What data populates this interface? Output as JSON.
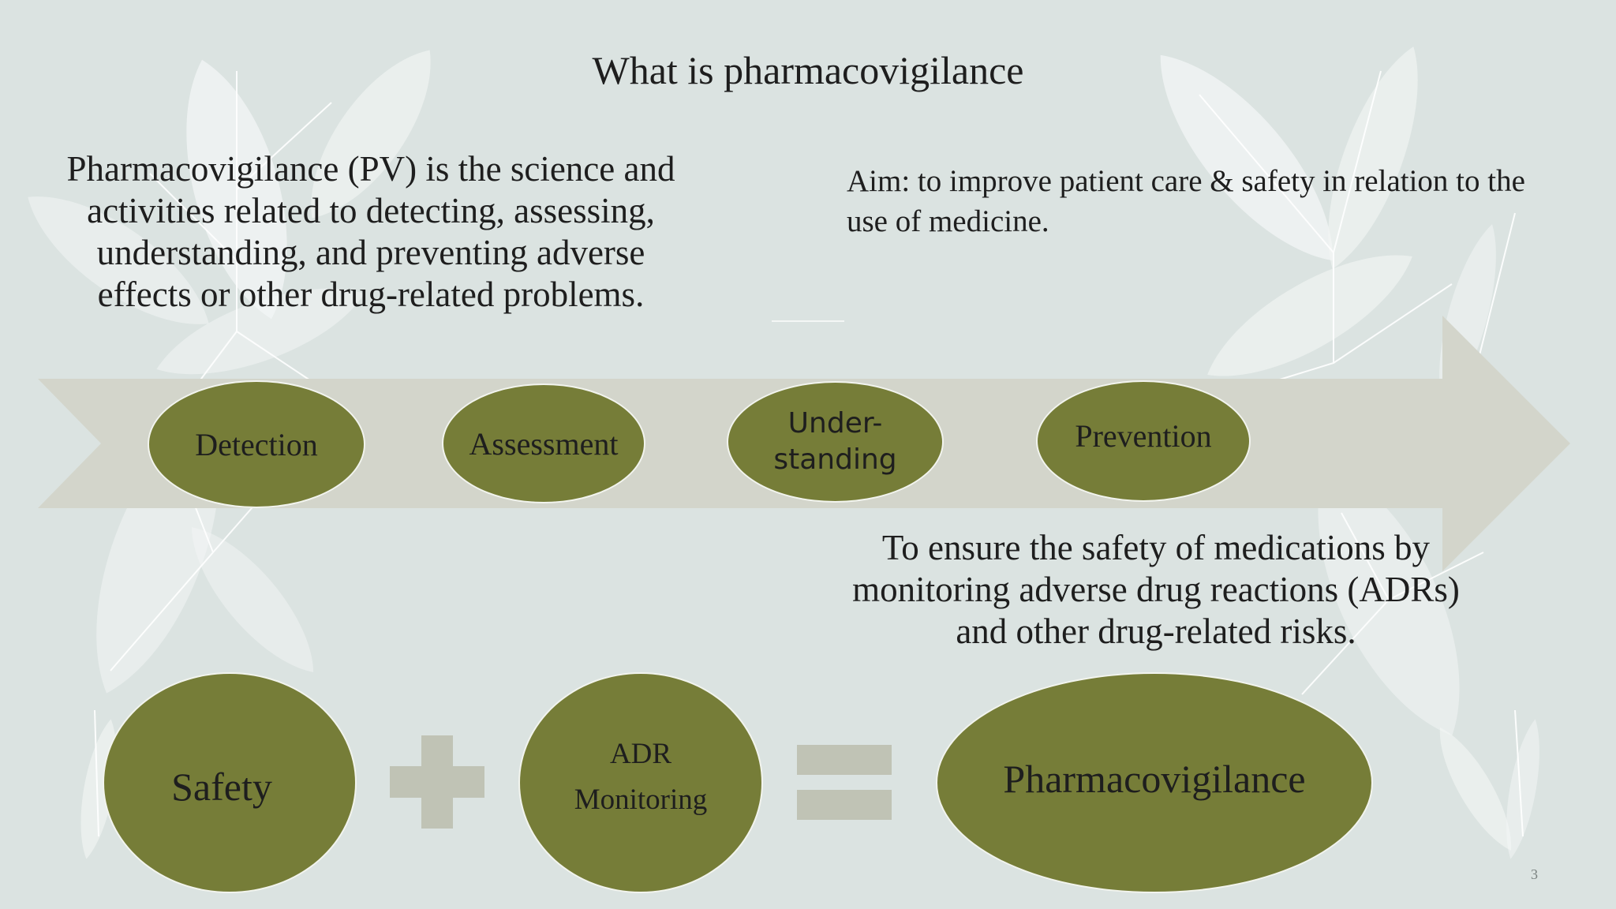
{
  "slide": {
    "title": "What is pharmacovigilance",
    "definition": "Pharmacovigilance (PV) is the science and activities related to detecting, assessing, understanding, and preventing adverse effects or other drug-related problems.",
    "aim": "Aim: to improve patient care & safety in relation to the use of medicine.",
    "ensure": "To ensure the safety of medications by monitoring adverse drug reactions (ADRs) and other drug-related risks.",
    "page_number": "3"
  },
  "process_steps": [
    {
      "label": "Detection"
    },
    {
      "label": "Assessment"
    },
    {
      "label": "Under-\nstanding"
    },
    {
      "label": "Prevention"
    }
  ],
  "equation": {
    "term1": "Safety",
    "term2": "ADR\nMonitoring",
    "result": "Pharmacovigilance",
    "operators": [
      "plus-icon",
      "equals-icon"
    ]
  },
  "colors": {
    "background": "#dbe3e1",
    "oval_fill": "#767d38",
    "arrow_fill": "#d3d5cb",
    "operator_fill": "#c0c3b5",
    "text": "#1e1e1e"
  }
}
